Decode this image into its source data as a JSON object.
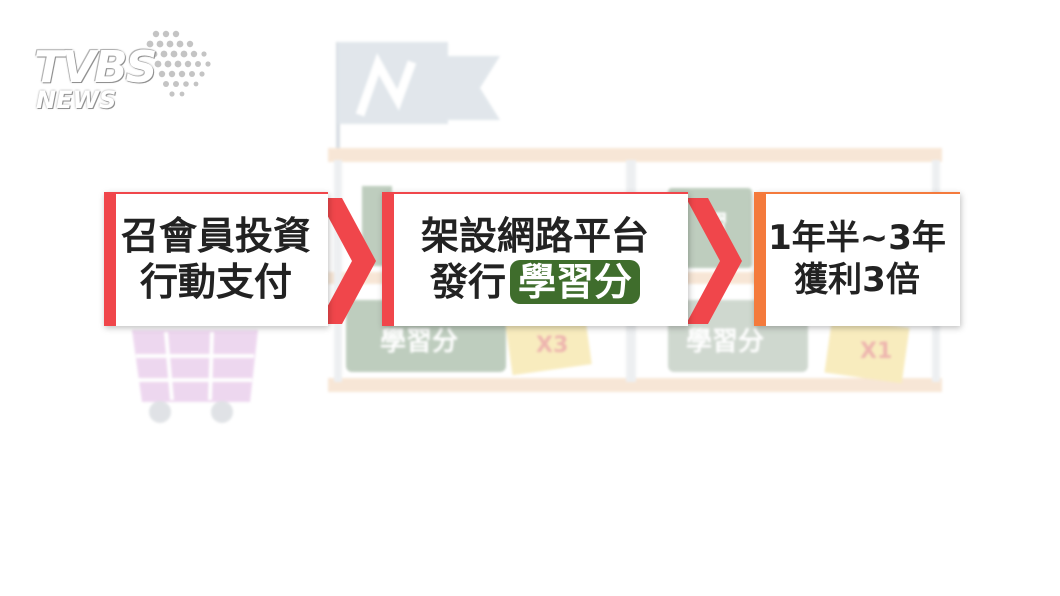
{
  "logo": {
    "brand": "TVBS",
    "sub": "NEWS"
  },
  "background": {
    "tag_left": "學習分",
    "tag_left_mult": "X3",
    "tag_right": "學習分",
    "tag_right_mult": "X1",
    "tag_top_right": "習"
  },
  "steps": [
    {
      "line1": "召會員投資",
      "line2": "行動支付"
    },
    {
      "line1": "架設網路平台",
      "line2_prefix": "發行",
      "line2_badge": "學習分"
    },
    {
      "line1": "1年半~3年",
      "line2": "獲利3倍"
    }
  ],
  "colors": {
    "red": "#f0464b",
    "orange": "#f47a3c",
    "badge_green": "#3f6d2c"
  }
}
